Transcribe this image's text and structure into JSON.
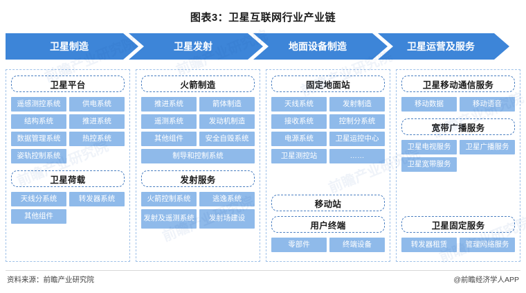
{
  "title": "图表3：卫星互联网行业产业链",
  "banner": {
    "stages": [
      {
        "label": "卫星制造"
      },
      {
        "label": "卫星发射"
      },
      {
        "label": "地面设备制造"
      },
      {
        "label": "卫星运营及服务"
      }
    ]
  },
  "columns": [
    {
      "name": "卫星制造",
      "sections": [
        {
          "heading": "卫星平台",
          "cells": [
            "遥感测控系统",
            "供电系统",
            "结构系统",
            "推进系统",
            "数据管理系统",
            "热控系统",
            "姿轨控制系统"
          ]
        },
        {
          "heading": "卫星荷载",
          "cells": [
            "天线分系统",
            "转发器系统",
            "其他组件"
          ]
        }
      ]
    },
    {
      "name": "卫星发射",
      "sections": [
        {
          "heading": "火箭制造",
          "cells": [
            "推进系统",
            "箭体制造",
            "遥测系统",
            "发动机制造",
            "其他组件",
            "安全自毁系统",
            "制导和控制系统"
          ]
        },
        {
          "heading": "发射服务",
          "cells": [
            "火箭控制系统",
            "逃逸系统",
            "发射及遥测系统",
            "发射场建设"
          ]
        }
      ]
    },
    {
      "name": "地面设备制造",
      "sections": [
        {
          "heading": "固定地面站",
          "cells": [
            "天线系统",
            "发射制造",
            "接收系统",
            "控制分系统",
            "电源系统",
            "卫星运控中心",
            "卫星测控站",
            "……"
          ]
        },
        {
          "heading": "移动站",
          "cells": []
        },
        {
          "heading": "用户终端",
          "cells": [
            "零部件",
            "终端设备"
          ]
        }
      ]
    },
    {
      "name": "卫星运营及服务",
      "sections": [
        {
          "heading": "卫星移动通信服务",
          "cells": [
            "移动数据",
            "移动语音"
          ]
        },
        {
          "heading": "宽带广播服务",
          "cells": [
            "卫星电视服务",
            "卫星广播服务",
            "卫星宽带服务"
          ]
        },
        {
          "heading": "卫星固定服务",
          "cells": [
            "转发器租赁",
            "管理网络服务"
          ]
        }
      ]
    }
  ],
  "footer": {
    "source": "资料来源：前瞻产业研究院",
    "brand": "@前瞻经济学人APP"
  },
  "colors": {
    "banner": "#3d85d8",
    "cell": "#8fbaea",
    "dash_outer": "#9dc0e8",
    "dash_head": "#4a7fc1"
  },
  "watermark": "前瞻产业研究院"
}
